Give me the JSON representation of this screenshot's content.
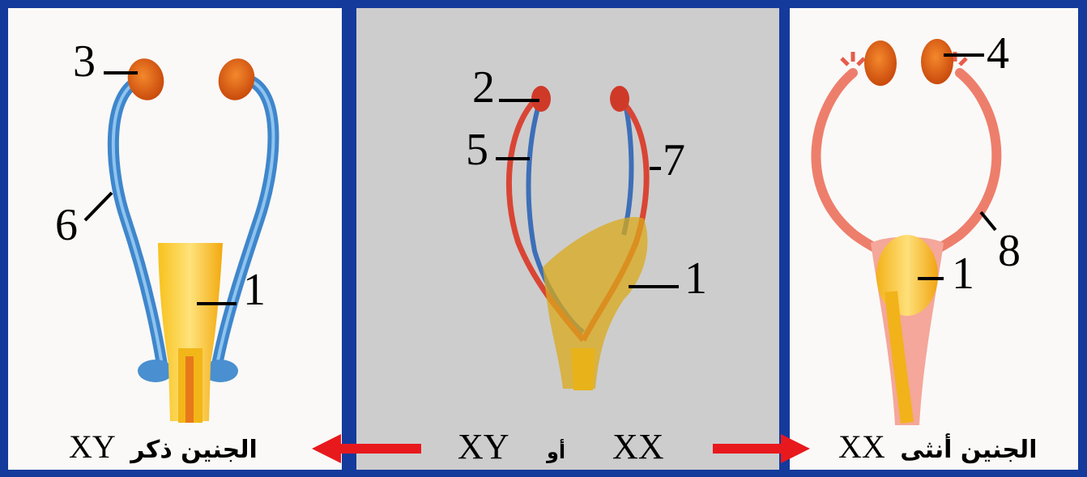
{
  "left_panel": {
    "caption_ar": "الجنين ذكر",
    "caption_chrom": "XY",
    "labels": [
      "3",
      "6",
      "1"
    ]
  },
  "middle_panel": {
    "left_chrom": "XY",
    "or_word": "أو",
    "right_chrom": "XX",
    "labels": [
      "2",
      "5",
      "7",
      "1"
    ]
  },
  "right_panel": {
    "caption_ar": "الجنين أنثى",
    "caption_chrom": "XX",
    "labels": [
      "4",
      "8",
      "1"
    ]
  },
  "colors": {
    "border": "#143a9c",
    "arrow": "#e8191d",
    "wolffian_duct": "#4a8fd0",
    "mullerian_duct": "#e05a4a",
    "gonad": "#e06a1a",
    "urogenital_sinus": "#f2b619",
    "middle_background": "#cdcdcd"
  }
}
